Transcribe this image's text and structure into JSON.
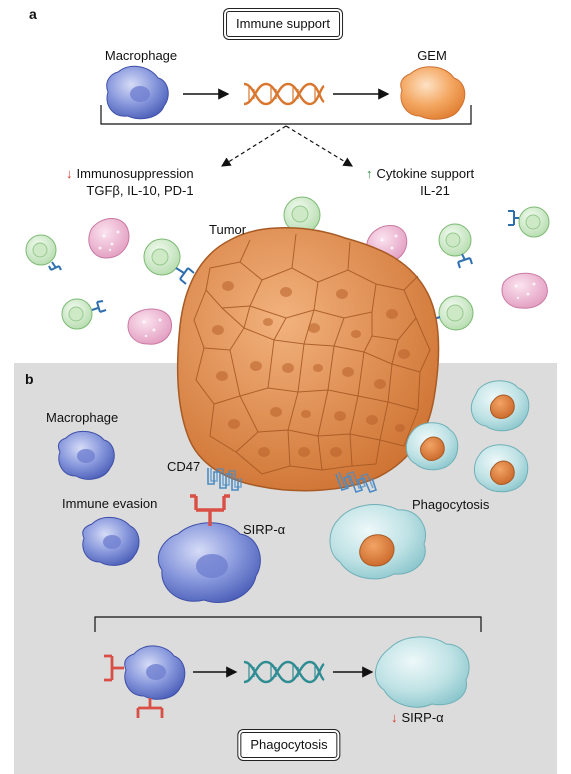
{
  "panel_a": {
    "letter": "a",
    "title": "Immune support",
    "macrophage_label": "Macrophage",
    "gem_label": "GEM",
    "immunosuppression": "Immunosuppression",
    "immunosuppression_targets": "TGFβ, IL-10, PD-1",
    "cytokine_support": "Cytokine support",
    "cytokine": "IL-21",
    "tumor_label": "Tumor"
  },
  "panel_b": {
    "letter": "b",
    "macrophage_label": "Macrophage",
    "cd47_label": "CD47",
    "immune_evasion_label": "Immune evasion",
    "sirp_label": "SIRP-α",
    "phagocytosis_label": "Phagocytosis",
    "bottom_sirp_label": "SIRP-α",
    "bottom_box_label": "Phagocytosis"
  },
  "symbols": {
    "down_arrow": "↓",
    "up_arrow": "↑"
  },
  "colors": {
    "macrophage": "#5b6fc4",
    "gem": "#ee8a40",
    "tumor": "#cf7434",
    "t_cell": "#bfe3b8",
    "pink_cell": "#e6a9c8",
    "phagocyte": "#a9d7dc",
    "receptor_blue": "#2f6fb0",
    "sirp_red": "#d94f45",
    "panel_b_bg": "#dcdcdc"
  }
}
